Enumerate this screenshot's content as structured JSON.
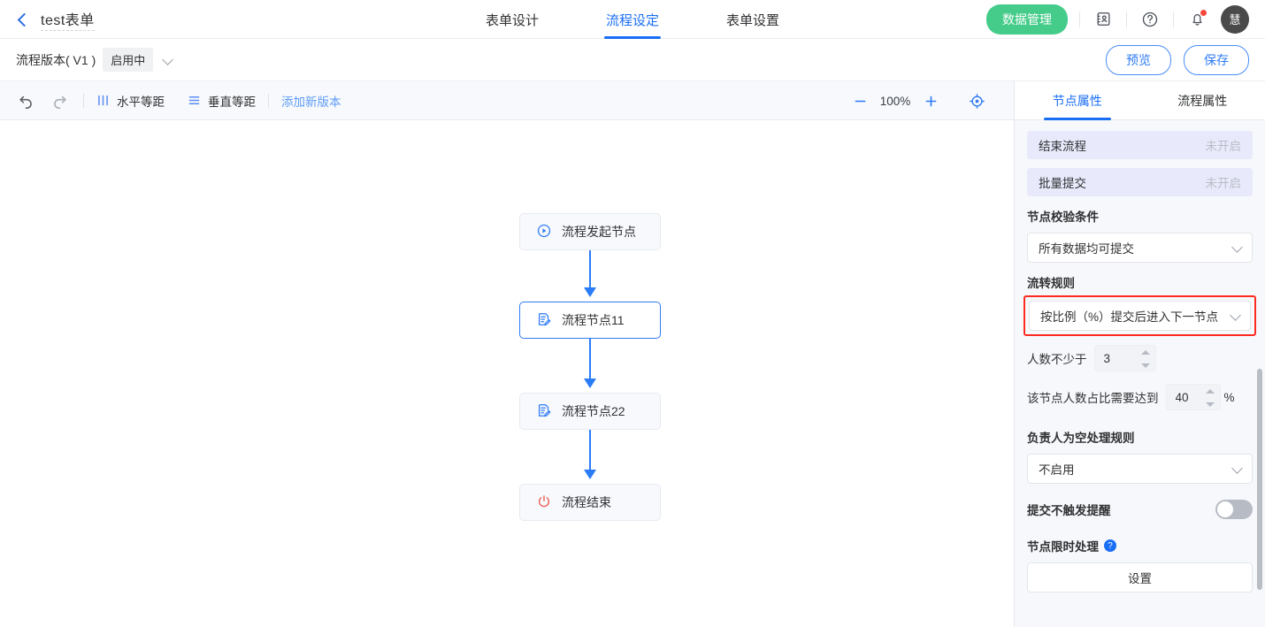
{
  "header": {
    "back_icon": "back-chevron-icon",
    "form_title": "test表单",
    "tabs": [
      {
        "label": "表单设计",
        "active": false
      },
      {
        "label": "流程设定",
        "active": true
      },
      {
        "label": "表单设置",
        "active": false
      }
    ],
    "data_manage_button": "数据管理",
    "icons": [
      "contact-card-icon",
      "question-circle-icon",
      "bell-icon"
    ],
    "notification_dot": true,
    "avatar_text": "慧",
    "accent_color": "#1a6ef5",
    "green_color": "#45cb8a"
  },
  "version_bar": {
    "label": "流程版本( V1 )",
    "status_badge": "启用中",
    "preview_button": "预览",
    "save_button": "保存"
  },
  "toolbar": {
    "undo_icon": "undo-icon",
    "redo_icon": "redo-icon",
    "horizontal_label": "水平等距",
    "vertical_label": "垂直等距",
    "add_version_link": "添加新版本",
    "zoom_out": "−",
    "zoom_value": "100%",
    "zoom_in": "+",
    "fit_icon": "target-icon"
  },
  "flow": {
    "nodes": [
      {
        "label": "流程发起节点",
        "icon": "play-circle-icon",
        "selected": false
      },
      {
        "label": "流程节点11",
        "icon": "form-edit-icon",
        "selected": true
      },
      {
        "label": "流程节点22",
        "icon": "form-edit-icon",
        "selected": false
      },
      {
        "label": "流程结束",
        "icon": "power-off-icon",
        "selected": false
      }
    ]
  },
  "panel": {
    "tabs": [
      {
        "label": "节点属性",
        "active": true
      },
      {
        "label": "流程属性",
        "active": false
      }
    ],
    "switch_rows": [
      {
        "label": "结束流程",
        "state": "未开启"
      },
      {
        "label": "批量提交",
        "state": "未开启"
      }
    ],
    "validate_section": {
      "label": "节点校验条件",
      "value": "所有数据均可提交"
    },
    "rule_section": {
      "label": "流转规则",
      "value": "按比例（%）提交后进入下一节点",
      "highlighted": true,
      "highlight_color": "#ff2b20"
    },
    "min_count": {
      "label": "人数不少于",
      "value": "3"
    },
    "ratio": {
      "label": "该节点人数占比需要达到",
      "value": "40",
      "suffix": "%"
    },
    "owner_empty": {
      "label": "负责人为空处理规则",
      "value": "不启用"
    },
    "no_trigger": {
      "label": "提交不触发提醒",
      "enabled": false
    },
    "timeout": {
      "label": "节点限时处理",
      "help_icon": "question-mark-icon",
      "button": "设置"
    }
  }
}
